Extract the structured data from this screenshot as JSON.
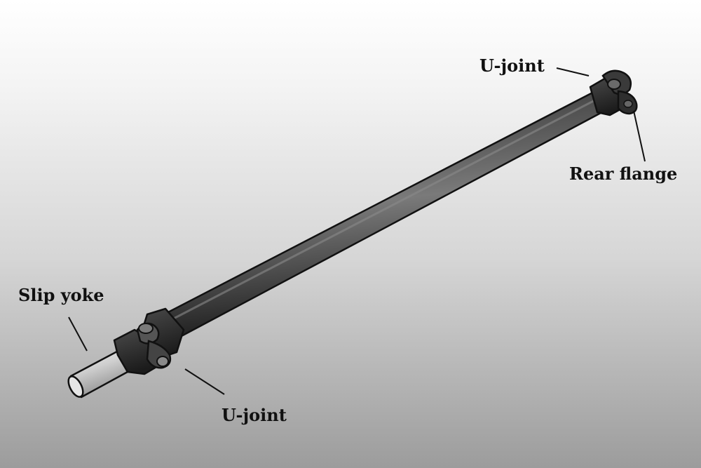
{
  "labels": {
    "u_joint_rear": "U-joint",
    "rear_flange": "Rear flange",
    "slip_yoke": "Slip yoke",
    "u_joint_front": "U-joint"
  },
  "colors": {
    "background_top": "#ffffff",
    "background_bottom": "#9c9c9c",
    "tube": "#3a3a3a",
    "metal_shaft": "#d8d8d8",
    "outline": "#111111"
  }
}
